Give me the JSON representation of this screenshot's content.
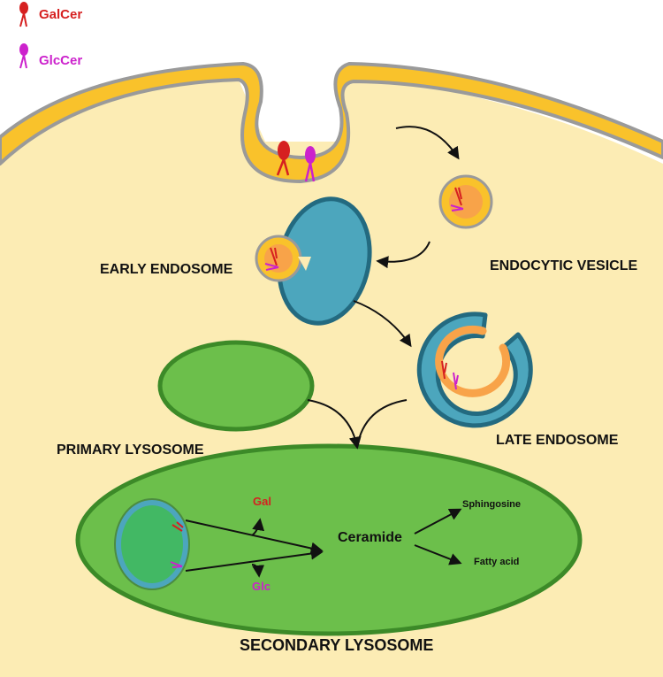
{
  "legend": {
    "galcer": {
      "label": "GalCer",
      "color": "#d62020"
    },
    "glccer": {
      "label": "GlcCer",
      "color": "#cc22cc"
    }
  },
  "labels": {
    "early_endosome": "EARLY ENDOSOME",
    "endocytic_vesicle": "ENDOCYTIC VESICLE",
    "primary_lysosome": "PRIMARY LYSOSOME",
    "late_endosome": "LATE ENDOSOME",
    "secondary_lysosome": "SECONDARY LYSOSOME",
    "gal": "Gal",
    "glc": "Glc",
    "ceramide": "Ceramide",
    "sphingosine": "Sphingosine",
    "fatty_acid": "Fatty acid"
  },
  "colors": {
    "cytoplasm": "#fcecb4",
    "membrane": "#f9c22b",
    "membrane_outline": "#9a9a9a",
    "endosome": "#4ca6bd",
    "endosome_outline": "#236a80",
    "vesicle_core": "#f8a349",
    "lysosome": "#6cbf4b",
    "lysosome_outline": "#3c8a28",
    "arrow": "#111111",
    "galcer": "#d62020",
    "glccer": "#cc22cc"
  },
  "icons": {
    "galcer": "lipid-marker",
    "glccer": "lipid-marker"
  }
}
